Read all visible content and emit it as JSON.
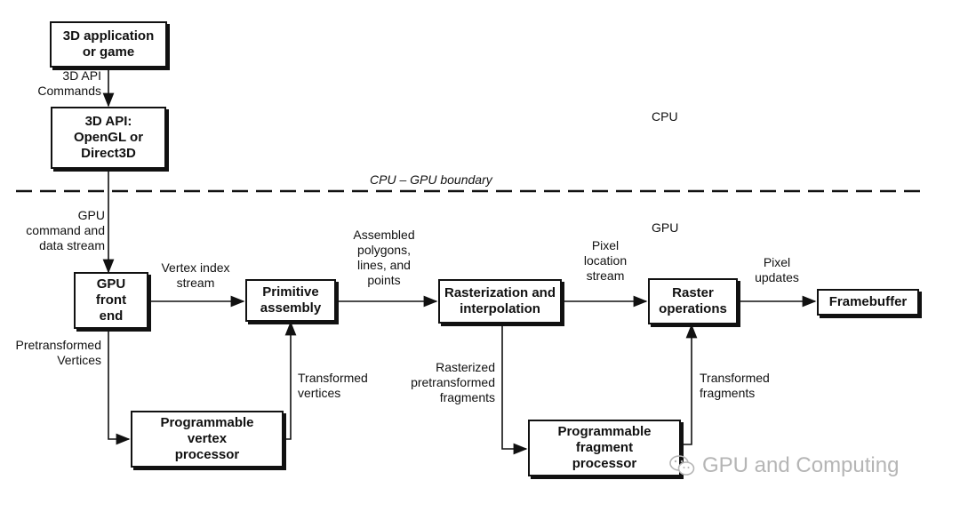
{
  "nodes": {
    "app": "3D application\nor game",
    "api": "3D API:\nOpenGL or\nDirect3D",
    "frontend": "GPU\nfront\nend",
    "primitive": "Primitive\nassembly",
    "raster_interp": "Rasterization and\ninterpolation",
    "raster_ops": "Raster\noperations",
    "framebuffer": "Framebuffer",
    "vertex_proc": "Programmable\nvertex\nprocessor",
    "fragment_proc": "Programmable\nfragment\nprocessor"
  },
  "labels": {
    "api_commands": "3D API\nCommands",
    "cpu": "CPU",
    "boundary": "CPU – GPU boundary",
    "gpu": "GPU",
    "gpu_stream": "GPU\ncommand and\ndata stream",
    "vertex_index": "Vertex index\nstream",
    "assembled": "Assembled\npolygons,\nlines, and\npoints",
    "pixel_location": "Pixel\nlocation\nstream",
    "pixel_updates": "Pixel\nupdates",
    "pretransformed": "Pretransformed\nVertices",
    "transformed_vertices": "Transformed\nvertices",
    "rasterized": "Rasterized\npretransformed\nfragments",
    "transformed_fragments": "Transformed\nfragments"
  },
  "watermark": "GPU and Computing"
}
